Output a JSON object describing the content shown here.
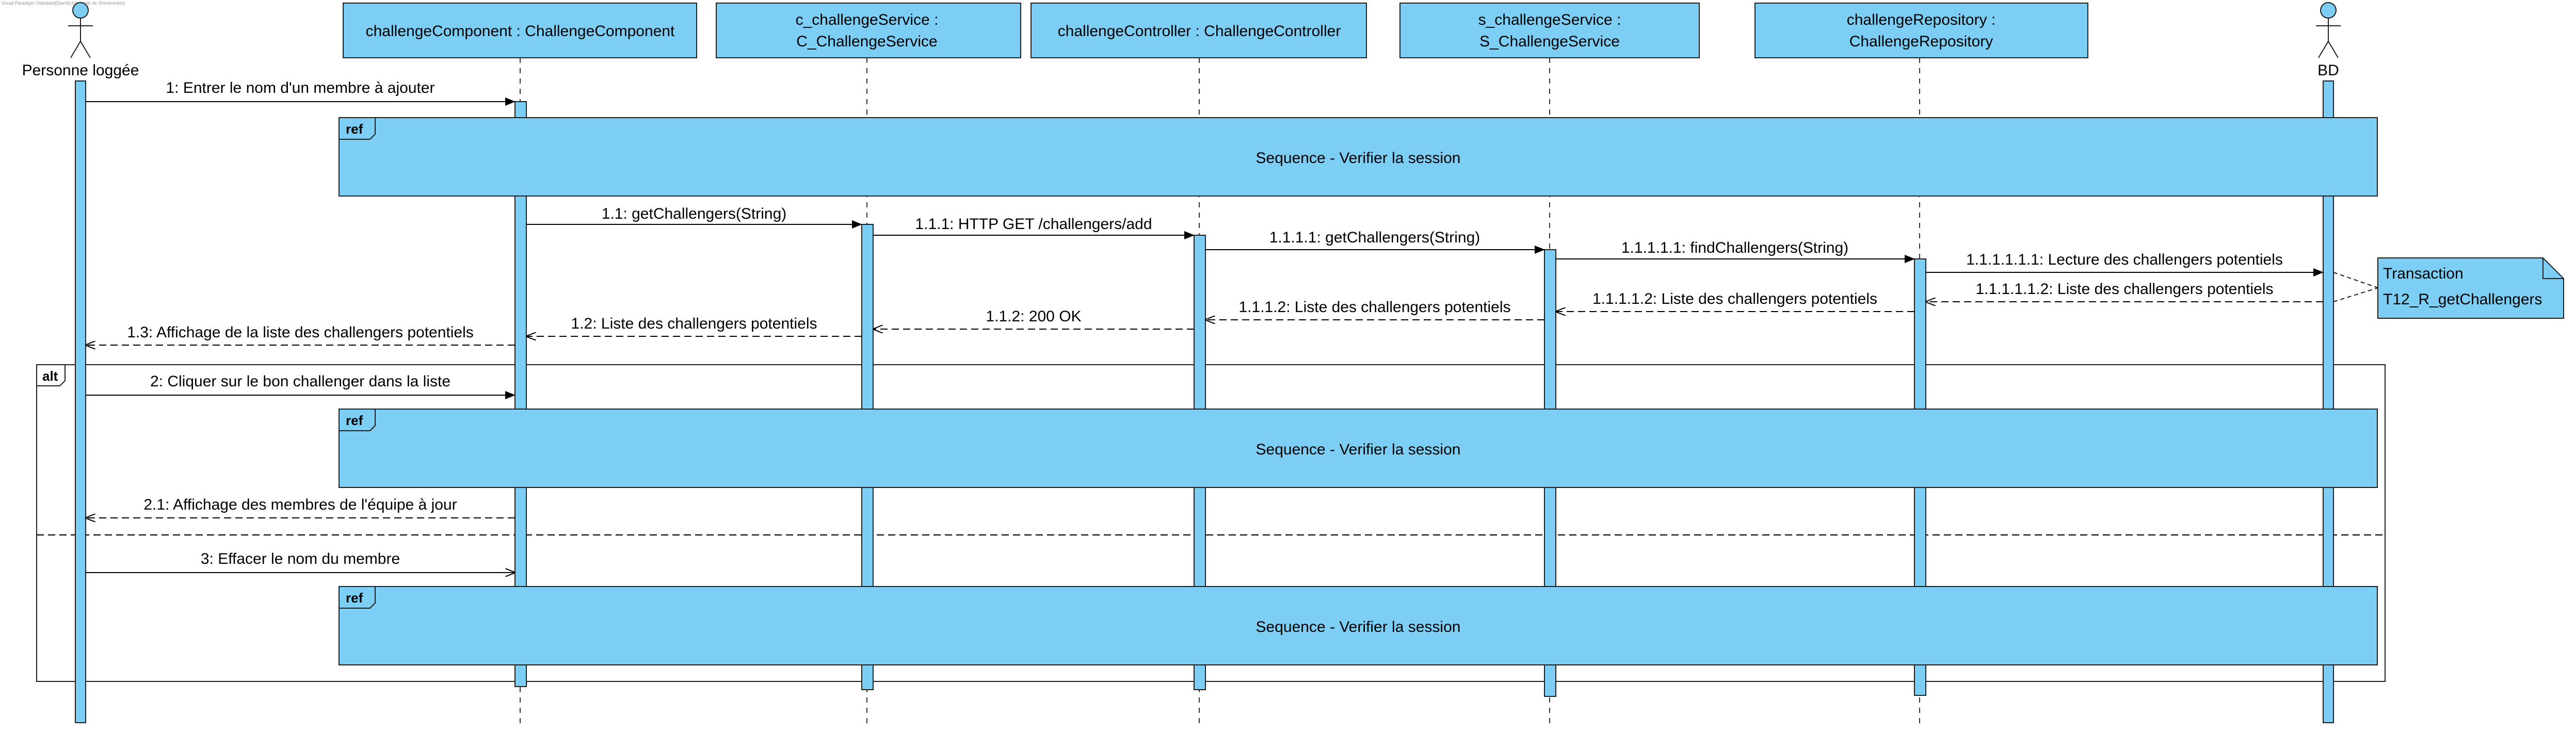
{
  "watermark": "Visual Paradigm Standard(David(Université de Sherbrooke))",
  "colors": {
    "fill": "#7DCEF4",
    "stroke": "#1F1F1F",
    "note_fill": "#7DCEF4",
    "background": "#FFFFFF"
  },
  "actors": [
    {
      "id": "user",
      "label": "Personne loggée"
    },
    {
      "id": "db",
      "label": "BD"
    }
  ],
  "lifelines": [
    {
      "id": "comp",
      "line1": "challengeComponent : ChallengeComponent",
      "line2": ""
    },
    {
      "id": "csvc",
      "line1": "c_challengeService :",
      "line2": "C_ChallengeService"
    },
    {
      "id": "ctrl",
      "line1": "challengeController : ChallengeController",
      "line2": ""
    },
    {
      "id": "ssvc",
      "line1": "s_challengeService :",
      "line2": "S_ChallengeService"
    },
    {
      "id": "repo",
      "line1": "challengeRepository :",
      "line2": "ChallengeRepository"
    }
  ],
  "messages": [
    {
      "id": "m1",
      "label": "1: Entrer le nom d'un membre à ajouter",
      "from": "user",
      "to": "comp",
      "kind": "sync"
    },
    {
      "id": "m11",
      "label": "1.1: getChallengers(String)",
      "from": "comp",
      "to": "csvc",
      "kind": "sync"
    },
    {
      "id": "m111",
      "label": "1.1.1: HTTP GET /challengers/add",
      "from": "csvc",
      "to": "ctrl",
      "kind": "sync"
    },
    {
      "id": "m1111",
      "label": "1.1.1.1: getChallengers(String)",
      "from": "ctrl",
      "to": "ssvc",
      "kind": "sync"
    },
    {
      "id": "m11111",
      "label": "1.1.1.1.1: findChallengers(String)",
      "from": "ssvc",
      "to": "repo",
      "kind": "sync"
    },
    {
      "id": "m111111",
      "label": "1.1.1.1.1.1: Lecture des challengers potentiels",
      "from": "repo",
      "to": "db",
      "kind": "sync"
    },
    {
      "id": "m111112",
      "label": "1.1.1.1.1.2: Liste des challengers potentiels",
      "from": "db",
      "to": "repo",
      "kind": "return"
    },
    {
      "id": "m11112",
      "label": "1.1.1.1.2: Liste des challengers potentiels",
      "from": "repo",
      "to": "ssvc",
      "kind": "return"
    },
    {
      "id": "m1112",
      "label": "1.1.1.2: Liste des challengers potentiels",
      "from": "ssvc",
      "to": "ctrl",
      "kind": "return"
    },
    {
      "id": "m112",
      "label": "1.1.2: 200 OK",
      "from": "ctrl",
      "to": "csvc",
      "kind": "return"
    },
    {
      "id": "m12",
      "label": "1.2: Liste des challengers potentiels",
      "from": "csvc",
      "to": "comp",
      "kind": "return"
    },
    {
      "id": "m13",
      "label": "1.3: Affichage de la liste des challengers potentiels",
      "from": "comp",
      "to": "user",
      "kind": "return"
    },
    {
      "id": "m2",
      "label": "2: Cliquer sur le bon challenger dans la liste",
      "from": "user",
      "to": "comp",
      "kind": "sync"
    },
    {
      "id": "m21",
      "label": "2.1: Affichage des membres de l'équipe à jour",
      "from": "comp",
      "to": "user",
      "kind": "return"
    },
    {
      "id": "m3",
      "label": "3: Effacer le nom du membre",
      "from": "user",
      "to": "comp",
      "kind": "async"
    }
  ],
  "refs": [
    {
      "id": "r1",
      "tag": "ref",
      "label": "Sequence - Verifier la session"
    },
    {
      "id": "r2",
      "tag": "ref",
      "label": "Sequence - Verifier la session"
    },
    {
      "id": "r3",
      "tag": "ref",
      "label": "Sequence - Verifier la session"
    }
  ],
  "alt_fragment": {
    "tag": "alt"
  },
  "note": {
    "line1": "Transaction",
    "line2": "T12_R_getChallengers"
  }
}
